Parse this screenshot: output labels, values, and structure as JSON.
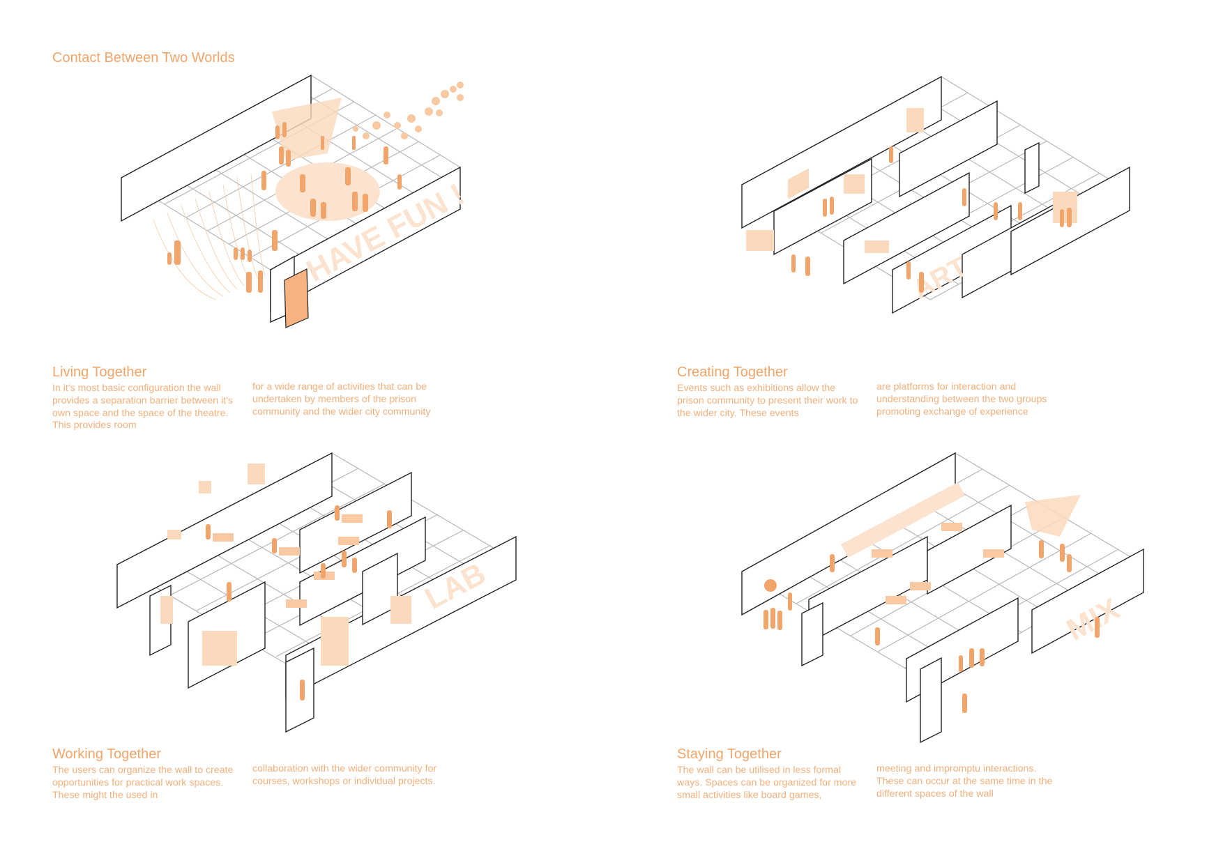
{
  "page_title": "Contact Between Two Worlds",
  "colors": {
    "accent": "#f2a56a",
    "accent_light": "#f8c9a2",
    "accent_pale": "#fce3cf",
    "line": "#222222",
    "grid": "#b8b8b8"
  },
  "panels": [
    {
      "id": "living",
      "heading": "Living Together",
      "col1": "In it's most basic configuration the wall provides a separation barrier between it's own space and the space of the theatre. This provides room",
      "col2": "for a wide range of activities that can be undertaken by members of the prison community and the wider city community",
      "wall_text": "HAVE FUN !"
    },
    {
      "id": "creating",
      "heading": "Creating Together",
      "col1": "Events such as exhibitions allow the prison community to present their work to the wider city. These events",
      "col2": "are platforms for interaction and understanding between the two groups promoting exchange of experience",
      "wall_text": "ART"
    },
    {
      "id": "working",
      "heading": "Working Together",
      "col1": "The users can organize the wall to create opportunities for practical work spaces. These might the used in",
      "col2": "collaboration with the wider community for courses, workshops or individual projects.",
      "wall_text": "LAB"
    },
    {
      "id": "staying",
      "heading": "Staying Together",
      "col1": "The wall can be utilised in less formal ways. Spaces can be organized for more small activities like board games,",
      "col2": "meeting and impromptu interactions. These can occur at the same time in the different spaces of the wall",
      "wall_text": "MIX"
    }
  ]
}
